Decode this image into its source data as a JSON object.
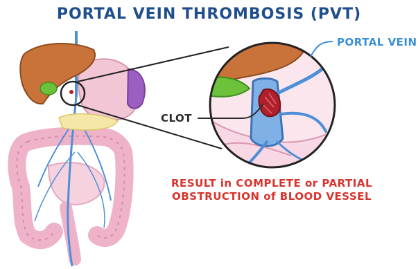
{
  "title": "PORTAL VEIN THROMBOSIS (PVT)",
  "labels": {
    "portal_vein": "PORTAL VEIN",
    "clot": "CLOT"
  },
  "result": {
    "line1": "RESULT in COMPLETE or PARTIAL",
    "line2": "OBSTRUCTION of BLOOD VESSEL"
  },
  "colors": {
    "title": "#1f4e8c",
    "vein": "#4f8fd6",
    "clot": "#b0202a",
    "liver": "#c9733a",
    "gallbladder": "#6cc23a",
    "stomach": "#f3c6d6",
    "spleen": "#9a5fc0",
    "intestine": "#eeb3c9",
    "result_text": "#d8332c"
  }
}
